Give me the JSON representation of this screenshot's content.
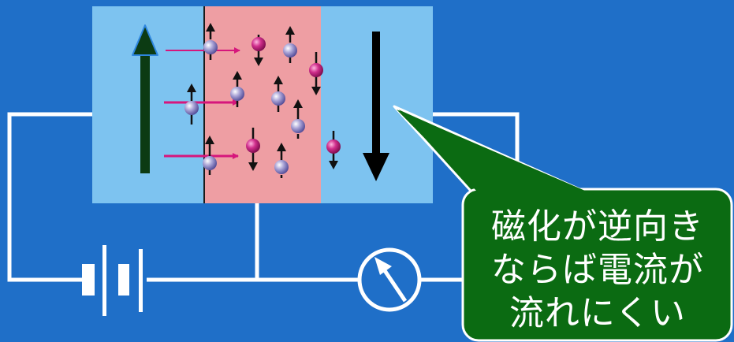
{
  "callout": {
    "lines": [
      "磁化が逆向き",
      "ならば電流が",
      "流れにくい"
    ]
  },
  "colors": {
    "background": "#1F6FC8",
    "ferromagnet_layer": "#7DC3F0",
    "spacer_layer": "#EE9EA3",
    "wire": "#FFFFFF",
    "magnetization_arrow_left": "#0C3B13",
    "magnetization_arrow_right": "#000000",
    "callout": "#0B6B12",
    "electron_spin_up": "#8E86C2",
    "electron_spin_down": "#C0207A",
    "spin_arrow": "#D6167C"
  },
  "icons": {
    "battery": "battery-icon",
    "meter": "ammeter-icon"
  },
  "magnetization": {
    "left_layer": "up",
    "right_layer": "down"
  }
}
